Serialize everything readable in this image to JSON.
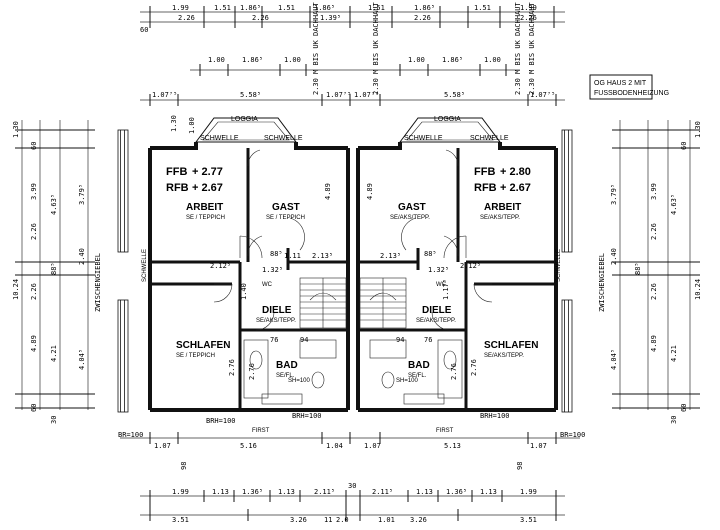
{
  "note": {
    "line1": "OG HAUS 2 MIT",
    "line2": "FUSSBODENHEIZUNG"
  },
  "rooms_left": {
    "loggia": "LOGGIA",
    "schwelle_top_a": "SCHWELLE",
    "schwelle_top_b": "SCHWELLE",
    "arbeit": "ARBEIT",
    "arbeit_sub": "SE / TEPPICH",
    "gast": "GAST",
    "gast_sub": "SE / TEPPICH",
    "schlafen": "SCHLAFEN",
    "schlafen_sub": "SE / TEPPICH",
    "diele": "DIELE",
    "diele_sub": "SE/AKS/TEPP.",
    "bad": "BAD",
    "bad_sub": "SE/FL.",
    "ffb": "FFB",
    "ffb_val": "+ 2.77",
    "rfb": "RFB",
    "rfb_val": "+ 2.67",
    "schwelle_side": "SCHWELLE",
    "wc": "WC"
  },
  "rooms_right": {
    "loggia": "LOGGIA",
    "schwelle_top_a": "SCHWELLE",
    "schwelle_top_b": "SCHWELLE",
    "arbeit": "ARBEIT",
    "arbeit_sub": "SE/AKS/TEPP.",
    "gast": "GAST",
    "gast_sub": "SE/AKS/TEPP.",
    "schlafen": "SCHLAFEN",
    "schlafen_sub": "SE/AKS/TEPP.",
    "diele": "DIELE",
    "diele_sub": "SE/AKS/TEPP.",
    "bad": "BAD",
    "bad_sub": "SE/FL.",
    "ffb": "FFB",
    "ffb_val": "+ 2.80",
    "rfb": "RFB",
    "rfb_val": "+ 2.67",
    "schwelle_side": "SCHWELLE",
    "wc": "WC"
  },
  "dims_top_row1": [
    "1.99",
    "1.51",
    "1.86⁵",
    "1.51",
    "1.86⁵",
    "1.51",
    "1.86⁵",
    "1.51",
    "1.99"
  ],
  "dims_top_row2": [
    "2.26",
    "2.26",
    "1.39⁵",
    "2.26",
    "2.26"
  ],
  "dims_top_row3": [
    "1.00",
    "1.86⁵",
    "1.00",
    "1.00",
    "1.86⁵",
    "1.00"
  ],
  "dims_top_row4": [
    "1.07⁷⁵",
    "5.58⁵",
    "1.07⁷⁵",
    "1.07⁷⁵",
    "5.58⁵",
    "1.07⁷⁵"
  ],
  "dims_top_misc": [
    "60",
    "1.30",
    "1.00"
  ],
  "dims_vertical_notes": [
    "2.30 M BIS UK DACHHAUT",
    "2.30 M BIS UK DACHHAUT",
    "2.30 M BIS UK DACHHAUT",
    "2.30 M BIS UK DACHHAUT"
  ],
  "dims_left": [
    "1.30",
    "60",
    "3.99",
    "4.63⁵",
    "3.79⁵",
    "2.26",
    "2.40",
    "10.24",
    "88⁵",
    "2.26",
    "4.89",
    "4.21",
    "4.04⁵",
    "60",
    "30"
  ],
  "dims_left_label": "ZWISCHENGIEBEL",
  "dims_right": [
    "1.30",
    "60",
    "3.79⁵",
    "3.99",
    "4.63⁵",
    "2.40",
    "2.26",
    "10.24",
    "88⁵",
    "2.26",
    "4.89",
    "4.21",
    "4.04⁵",
    "60",
    "30"
  ],
  "dims_right_label": "ZWISCHENGIEBEL",
  "dims_interior": [
    "2.12⁵",
    "1.32⁵",
    "88⁵",
    "1.11",
    "2.13⁵",
    "2.12⁵",
    "1.32⁵",
    "2.13⁵",
    "88⁵",
    "4.89",
    "4.89",
    "1.40",
    "2.76",
    "2.76",
    "76",
    "76",
    "94",
    "94",
    "1.17⁵",
    "2.76",
    "2.76"
  ],
  "dims_bottom_row1": [
    "BR=100",
    "BRH=100",
    "BRH=100",
    "BRH=100",
    "BR=100"
  ],
  "dims_bottom_row2": [
    "1.07",
    "5.16",
    "1.04",
    "1.07",
    "5.13",
    "1.07"
  ],
  "dims_bottom_row3": [
    "98",
    "98"
  ],
  "dims_bottom_row4": [
    "1.99",
    "1.13",
    "1.36⁵",
    "1.13",
    "2.11⁵",
    "30",
    "2.11⁵",
    "1.13",
    "1.36⁵",
    "1.13",
    "1.99"
  ],
  "dims_bottom_row5": [
    "3.51",
    "3.26",
    "11",
    "2.0",
    "1.01",
    "3.26",
    "3.51"
  ],
  "bottom_small_labels": [
    "FIRST",
    "FIRST",
    "SH=100",
    "SH=100"
  ]
}
